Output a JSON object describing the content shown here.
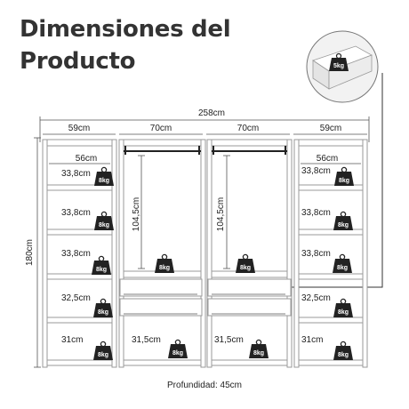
{
  "title": {
    "line1": "Dimensiones del",
    "line2": "Producto"
  },
  "dimensions": {
    "total_width": "258cm",
    "height": "180cm",
    "depth": "Profundidad: 45cm",
    "module_widths": [
      "59cm",
      "70cm",
      "70cm",
      "59cm"
    ],
    "inner_widths": [
      "56cm",
      "56cm"
    ],
    "shelf_gaps_left": [
      "33,8cm",
      "33,8cm",
      "33,8cm",
      "32,5cm",
      "31cm"
    ],
    "shelf_gaps_right": [
      "33,8cm",
      "33,8cm",
      "33,8cm",
      "32,5cm",
      "31cm"
    ],
    "hanging_height": [
      "104,5cm",
      "104,5cm"
    ],
    "bottom_gap_center": [
      "31,5cm",
      "31,5cm"
    ]
  },
  "weights": {
    "shelf": "8kg",
    "drawer_detail": "5kg"
  }
}
